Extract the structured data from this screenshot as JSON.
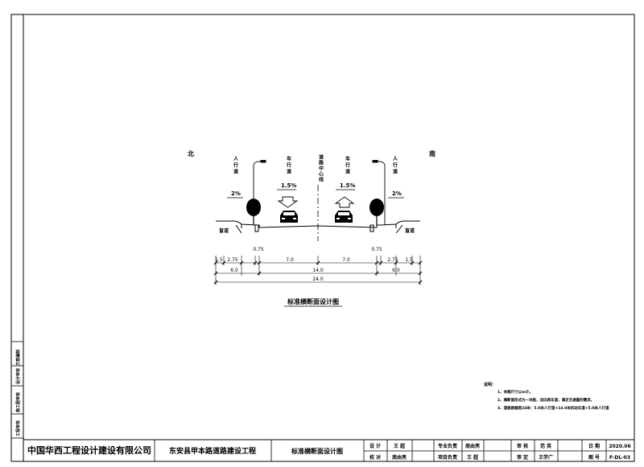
{
  "drawing": {
    "direction_north": "北",
    "direction_south": "南",
    "lane_sidewalk_left": "人行道",
    "lane_carriageway_left": "车行道",
    "lane_centerline": "道路中心线",
    "lane_carriageway_right": "车行道",
    "lane_sidewalk_right": "人行道",
    "slope_sidewalk_left": "2%",
    "slope_carriageway_left": "1.5%",
    "slope_carriageway_right": "1.5%",
    "slope_sidewalk_right": "2%",
    "ditch_label_left": "盲道",
    "ditch_label_right": "盲道",
    "title": "标准横断面设计图"
  },
  "dimensions": {
    "row1": [
      "1.5",
      "2.75",
      "0.75",
      "7.0",
      "7.0",
      "0.75",
      "2.75",
      "1.5"
    ],
    "row2": [
      "6.0",
      "14.0",
      "6.0"
    ],
    "row3": "24.0"
  },
  "notes": {
    "heading": "说明：",
    "items": [
      "1、本图尺寸以m计。",
      "2、横断面形式为一块板，双向两车道，满足交通量的需求。",
      "3、道路路幅宽24米：5.0米人行道+14.0米机动车道+5.0米人行道"
    ]
  },
  "side_strip": [
    "方案编制",
    "设计审核",
    "施工图审核",
    "工程审核"
  ],
  "title_block": {
    "company": "中国华西工程设计建设有限公司",
    "project": "东安县甲本路道路建设工程",
    "drawing_name": "标准横断面设计图",
    "design_label": "设 计",
    "design_name": "王 超",
    "check_label": "校 对",
    "check_name": "周由亮",
    "prof_lead_label": "专业负责",
    "prof_lead_name": "周由亮",
    "proj_lead_label": "项目负责",
    "proj_lead_name": "王 超",
    "review_label": "审 核",
    "review_name": "范 英",
    "approve_label": "审 定",
    "approve_name": "王学广",
    "date_label": "日 期",
    "date_value": "2020.06",
    "number_label": "图 号",
    "number_value": "F-DL-03"
  }
}
